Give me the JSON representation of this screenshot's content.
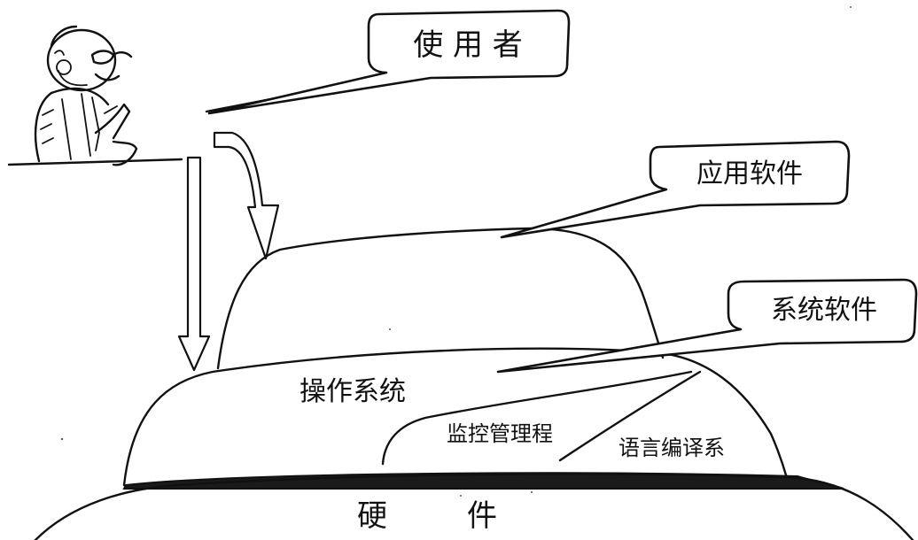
{
  "labels": {
    "user": "使 用 者",
    "application_software": "应用软件",
    "system_software": "系统软件",
    "operating_system": "操作系统",
    "monitor_program": "监控管理程",
    "language_compiler": "语言编译系",
    "hardware_char1": "硬",
    "hardware_char2": "件"
  },
  "colors": {
    "ink": "#111111",
    "background": "#ffffff",
    "hardware_band": "#1a1a1a"
  }
}
